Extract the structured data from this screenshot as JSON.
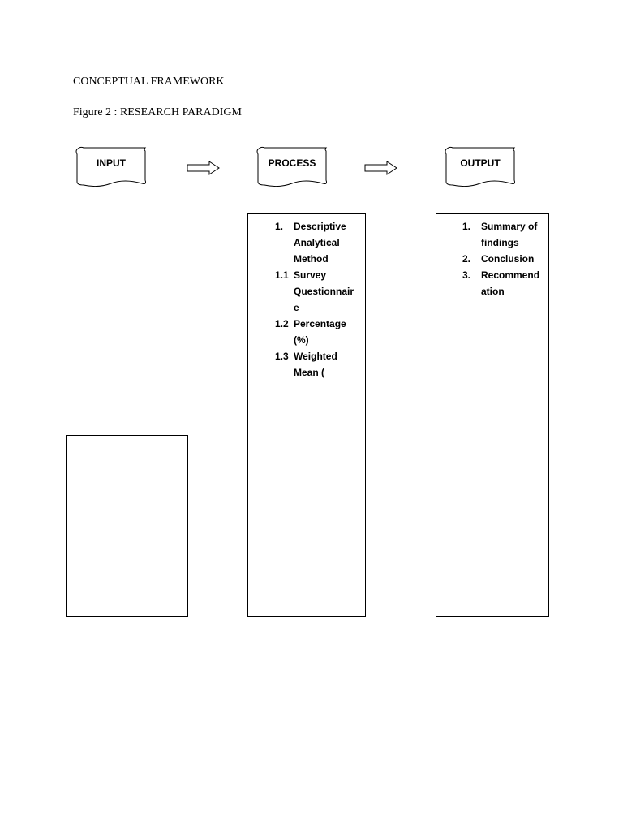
{
  "page": {
    "title": "CONCEPTUAL FRAMEWORK",
    "figure_caption": "Figure 2 : RESEARCH PARADIGM"
  },
  "flow": {
    "input_label": "INPUT",
    "process_label": "PROCESS",
    "output_label": "OUTPUT"
  },
  "process_items": [
    {
      "num": "1.",
      "lines": [
        "Descriptive",
        "Analytical",
        "Method"
      ]
    },
    {
      "num": "1.1",
      "lines": [
        "Survey",
        "Questionnair",
        "e"
      ]
    },
    {
      "num": "1.2",
      "lines": [
        "Percentage",
        "(%)"
      ]
    },
    {
      "num": "1.3",
      "lines": [
        "Weighted",
        "Mean ("
      ]
    }
  ],
  "output_items": [
    {
      "num": "1.",
      "lines": [
        "Summary of",
        "findings"
      ]
    },
    {
      "num": "2.",
      "lines": [
        "Conclusion"
      ]
    },
    {
      "num": "3.",
      "lines": [
        "Recommend",
        "ation"
      ]
    }
  ]
}
